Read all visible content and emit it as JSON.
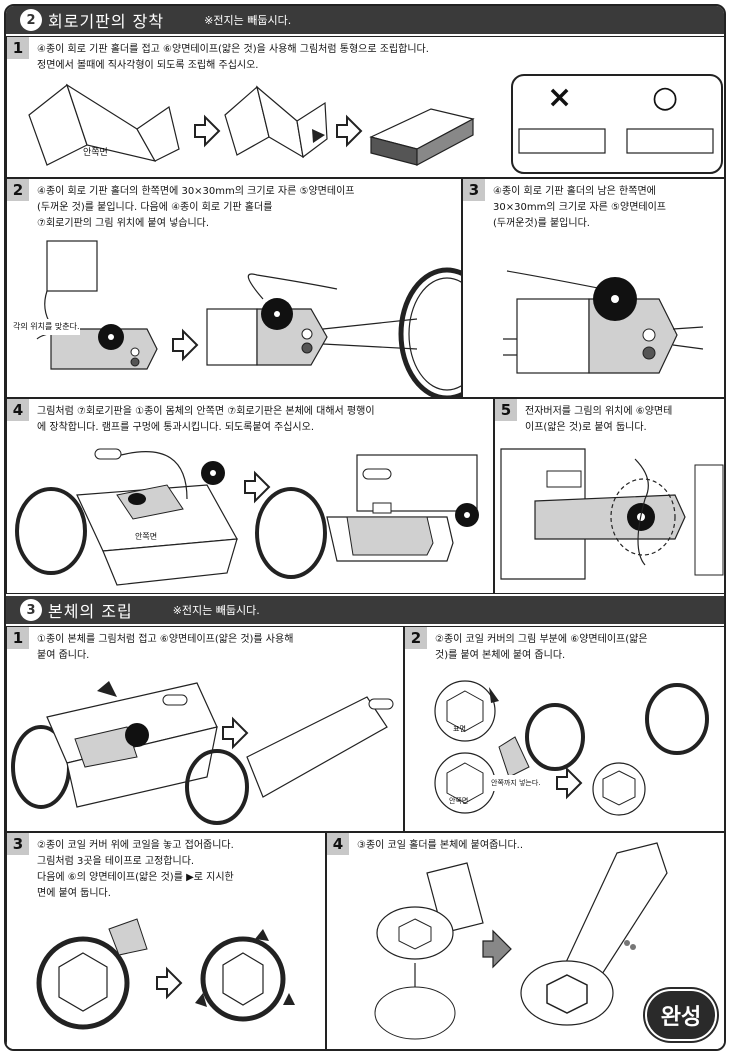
{
  "section2": {
    "number": "2",
    "title": "회로기판의 장착",
    "note": "※전지는 빼둡시다.",
    "steps": [
      {
        "num": "1",
        "text": "④종이 회로 기판 홀더를 접고 ⑥양면테이프(얇은 것)을 사용해 그림처럼 통형으로 조립합니다.\n정면에서 볼때에 직사각형이 되도록 조립해 주십시오.",
        "label": "안쪽면",
        "wrong": "×",
        "right": "○"
      },
      {
        "num": "2",
        "text": "④종이 회로 기판 홀더의 한쪽면에 30×30mm의 크기로 자른 ⑤양면테이프\n(두꺼운 것)를 붙입니다. 다음에 ④종이 회로 기판 홀더를\n⑦회로기판의 그림 위치에 붙여 넣습니다.",
        "label": "각의 위치를 맞춘다."
      },
      {
        "num": "3",
        "text": "④종이 회로 기판 홀더의 남은 한쪽면에\n30×30mm의 크기로 자른 ⑤양면테이프\n(두꺼운것)를 붙입니다."
      },
      {
        "num": "4",
        "text": "그림처럼 ⑦회로기판을 ①종이 몸체의 안쪽면  ⑦회로기판은 본체에 대해서 평행이\n에 장착합니다. 램프를 구멍에 통과시킵니다.   되도록붙여 주십시오.",
        "label": "안쪽면"
      },
      {
        "num": "5",
        "text": "전자버저를 그림의 위치에 ⑥양면테\n이프(얇은 것)로 붙여 둡니다."
      }
    ]
  },
  "section3": {
    "number": "3",
    "title": "본체의 조립",
    "note": "※전지는 빼둡시다.",
    "steps": [
      {
        "num": "1",
        "text": "①종이 본체를 그림처럼 접고 ⑥양면테이프(얇은 것)를 사용해\n붙여 줍니다."
      },
      {
        "num": "2",
        "text": "②종이 코일 커버의 그림 부분에 ⑥양면테이프(얇은\n것)를 붙여 본체에 붙여 줍니다.",
        "label_front": "표면",
        "label_inner": "안쪽면",
        "label_push": "안쪽까지 넣는다."
      },
      {
        "num": "3",
        "text": "②종이 코일 커버 위에 코일을 놓고 접어줍니다.\n그림처럼 3곳을 테이프로 고정합니다.\n다음에 ⑥의 양면테이프(얇은 것)를 ▶로 지시한\n면에 붙여 둡니다."
      },
      {
        "num": "4",
        "text": "③종이 코일 홀더를 본체에 붙여줍니다..",
        "done": "완성"
      }
    ]
  },
  "colors": {
    "header": "#3a3a3a",
    "stepbox": "#c8c8c8",
    "board": "#d0d0d0"
  }
}
